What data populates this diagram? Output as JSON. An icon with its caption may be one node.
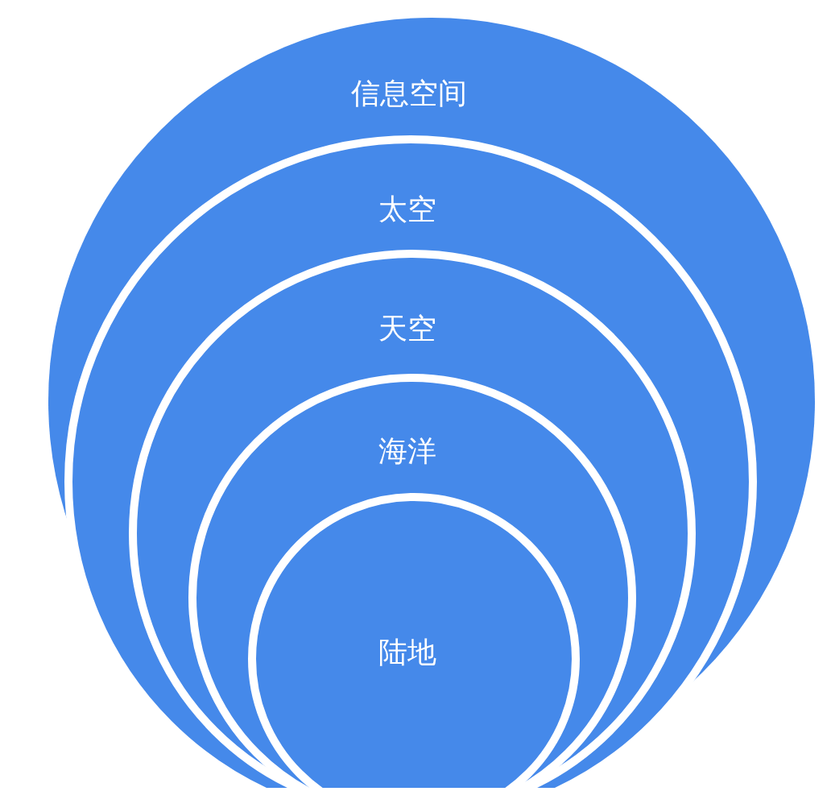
{
  "diagram": {
    "nodes": [
      {
        "text": [
          "信息空间"
        ]
      },
      {
        "text": [
          "太空"
        ],
        "in": 0
      },
      {
        "text": [
          "天空"
        ],
        "in": 1
      },
      {
        "text": [
          "海洋"
        ],
        "in": 2
      },
      {
        "text": [
          "陆地"
        ],
        "in": 3
      }
    ]
  }
}
